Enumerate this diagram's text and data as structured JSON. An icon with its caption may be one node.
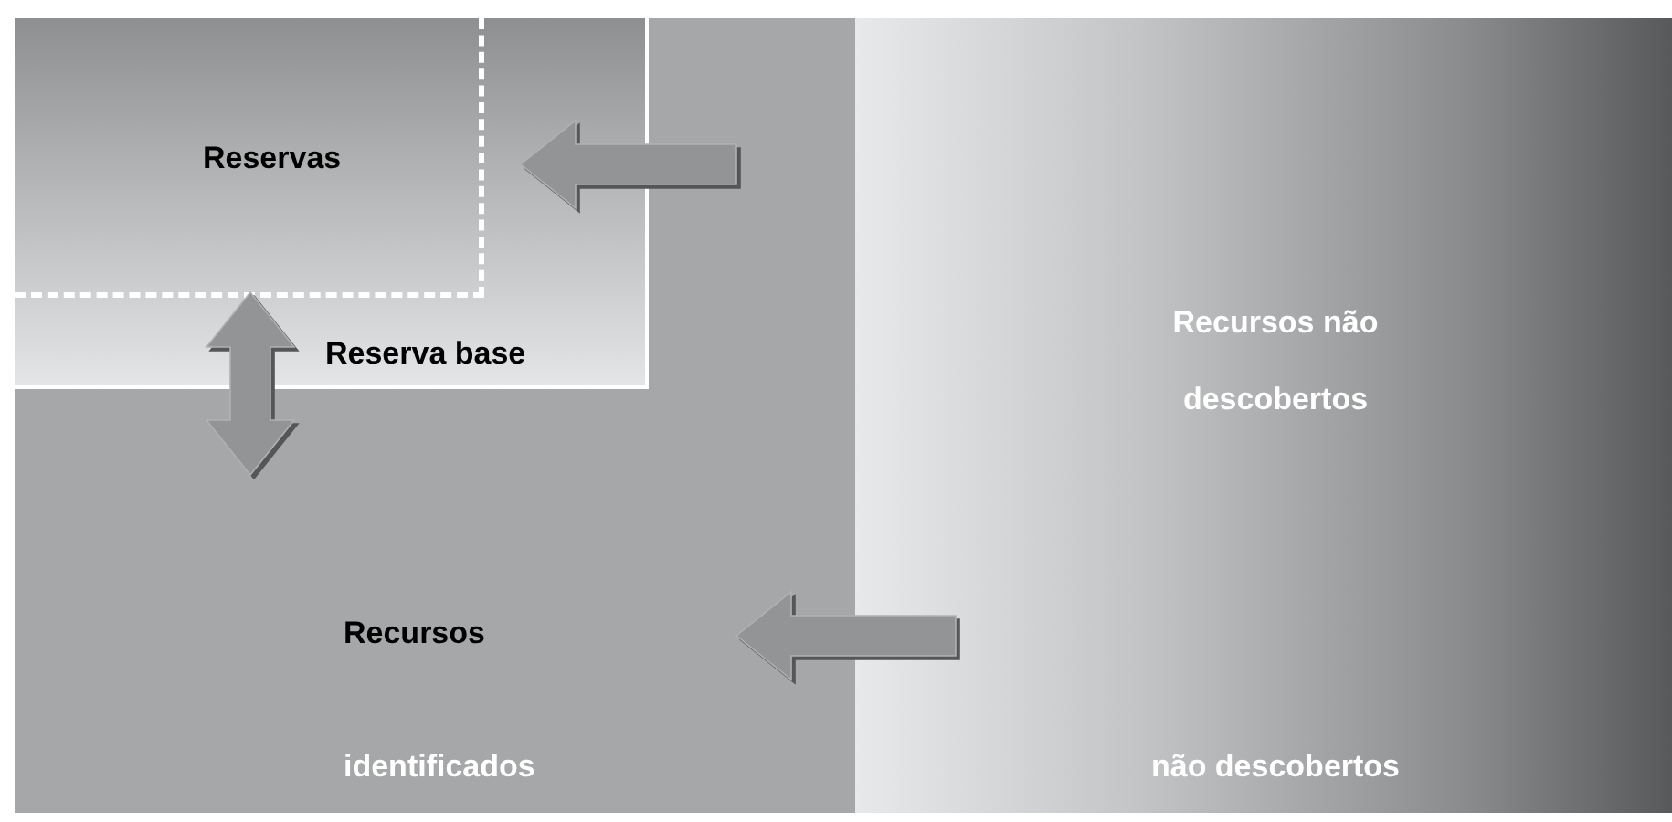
{
  "diagram": {
    "nodes": [
      {
        "text": [
          "Recursos",
          "identificados"
        ]
      },
      {
        "text": [
          "Reserva base"
        ],
        "in": 0
      },
      {
        "text": [
          "Reservas"
        ],
        "in": 1
      },
      {
        "text": [
          "Recursos não descobertos",
          "não descobertos"
        ]
      }
    ],
    "edges": [
      {
        "from": null,
        "to": 2,
        "arrow": "to"
      },
      {
        "from": 2,
        "to": null,
        "arrow": "both"
      },
      {
        "from": 3,
        "to": 0,
        "arrow": "to"
      }
    ]
  }
}
